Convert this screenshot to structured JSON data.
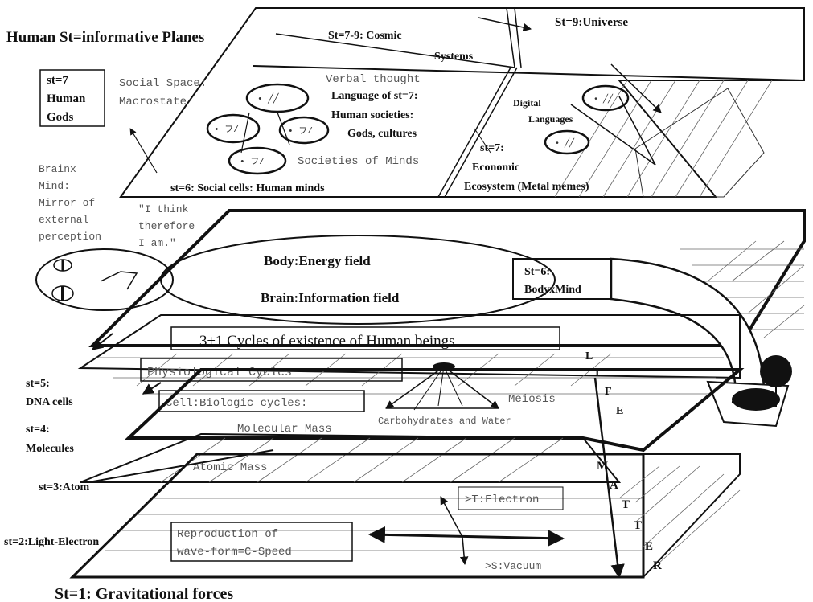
{
  "title": "Human St=informative Planes",
  "bottom_title": "St=1: Gravitational forces",
  "top_plane": {
    "cosmic": "St=7-9: Cosmic",
    "cosmic_2": "Systems",
    "universe": "St=9:Universe",
    "human_gods_box": [
      "st=7",
      "Human",
      "Gods"
    ],
    "social_space": [
      "Social Space:",
      "Macrostate"
    ],
    "verbal_thought": "Verbal thought",
    "language": [
      "Language of st=7:",
      "Human societies:",
      "Gods, cultures"
    ],
    "societies_of_minds": "Societies of Minds",
    "social_cells": "st=6: Social cells: Human minds",
    "digital_languages": [
      "Digital",
      "Languages"
    ],
    "economic": [
      "st=7:",
      "Economic",
      "Ecosystem (Metal memes)"
    ]
  },
  "mind_plane": {
    "brain_mind": [
      "Brainx",
      "Mind:",
      "Mirror of",
      "external",
      "perception"
    ],
    "quote": [
      "\"I think",
      "therefore",
      "I am.\""
    ],
    "body": "Body:Energy field",
    "brain": "Brain:Information field",
    "bodymind_box": [
      "St=6:",
      "BodyxMind"
    ]
  },
  "cycles": {
    "main": "3±1 Cycles of existence of Human beings",
    "physiological": "Physiological Cycles",
    "cell": "Cell:Biologic cycles:",
    "meiosis": "Meiosis",
    "carbo": "Carbohydrates and Water",
    "life_letters": [
      "L",
      "I",
      "F",
      "E"
    ]
  },
  "lower_planes": {
    "st5": [
      "st=5:",
      "DNA cells"
    ],
    "st4": [
      "st=4:",
      "Molecules"
    ],
    "st3": "st=3:Atom",
    "st2": "st=2:Light-Electron",
    "molecular_mass": "Molecular Mass",
    "atomic_mass": "Atomic Mass",
    "electron": ">T:Electron",
    "reproduction": [
      "Reproduction of",
      "wave-form=C-Speed"
    ],
    "vacuum": ">S:Vacuum",
    "matter_letters": [
      "M",
      "A",
      "T",
      "T",
      "E",
      "R"
    ]
  }
}
